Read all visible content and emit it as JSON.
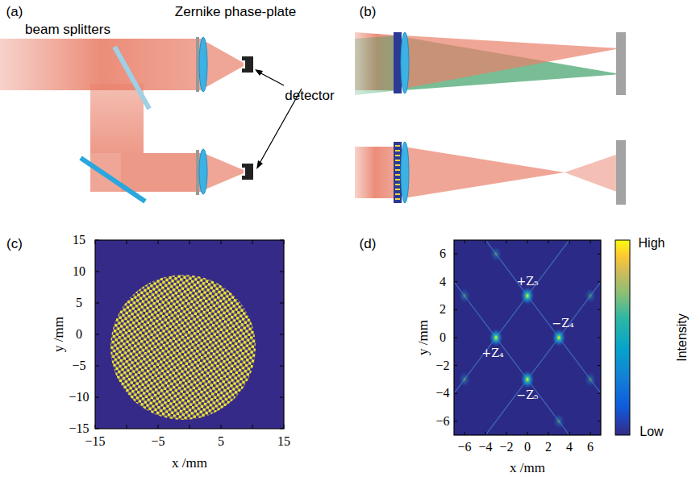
{
  "diagram": {
    "labels": [
      "(a)",
      "beam splitters",
      "Zernike phase-plate",
      "detector",
      "(b)",
      "(c)",
      "15",
      "10",
      "5",
      "0",
      "−5",
      "−10",
      "−15",
      "−15",
      "−5",
      "5",
      "15",
      "y /mm",
      "x /mm",
      "(d)",
      "6",
      "4",
      "2",
      "0",
      "−2",
      "−4",
      "−6",
      "−6",
      "−4",
      "−2",
      "0",
      "2",
      "4",
      "6",
      "y /mm",
      "x /mm",
      "+Z₅",
      "−Z₄",
      "+Z₄",
      "−Z₅",
      "High",
      "Intensity",
      "Low"
    ]
  }
}
